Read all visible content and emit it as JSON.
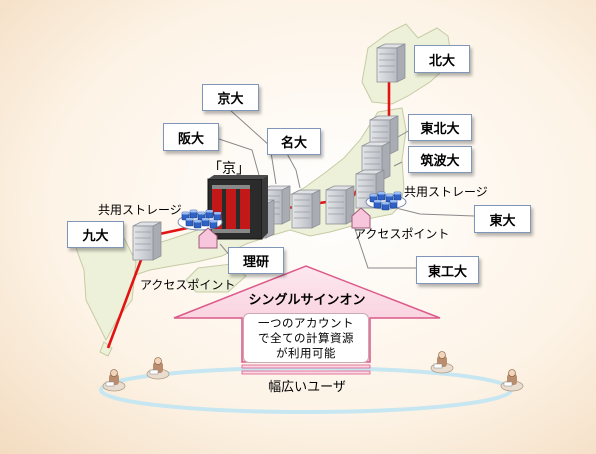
{
  "universities": [
    {
      "id": "hokudai",
      "label": "北大"
    },
    {
      "id": "tohokudai",
      "label": "東北大"
    },
    {
      "id": "tsukuba",
      "label": "筑波大"
    },
    {
      "id": "todai",
      "label": "東大"
    },
    {
      "id": "titech",
      "label": "東工大"
    },
    {
      "id": "kyodai",
      "label": "京大"
    },
    {
      "id": "handai",
      "label": "阪大"
    },
    {
      "id": "meidai",
      "label": "名大"
    },
    {
      "id": "riken",
      "label": "理研"
    },
    {
      "id": "kyudai",
      "label": "九大"
    }
  ],
  "supercomputer": {
    "label": "「京」"
  },
  "storage_labels": {
    "west": "共用ストレージ",
    "east": "共用ストレージ"
  },
  "access_point_labels": {
    "west": "アクセスポイント",
    "east": "アクセスポイント"
  },
  "sso": {
    "title": "シングルサインオン",
    "lines": [
      "一つのアカウント",
      "で全ての計算資源",
      "が利用可能"
    ]
  },
  "users": {
    "caption": "幅広いユーザ"
  },
  "colors": {
    "network_line": "#e21313",
    "label_border": "#7f96b8",
    "arrow_fill": "#fbd9e4",
    "arrow_stroke": "#dc5a8a",
    "map_land": "#eef1d9",
    "users_ellipse": "#c6e6f2",
    "storage_blue": "#2f62c4",
    "access_point": "#f7c6dc"
  }
}
